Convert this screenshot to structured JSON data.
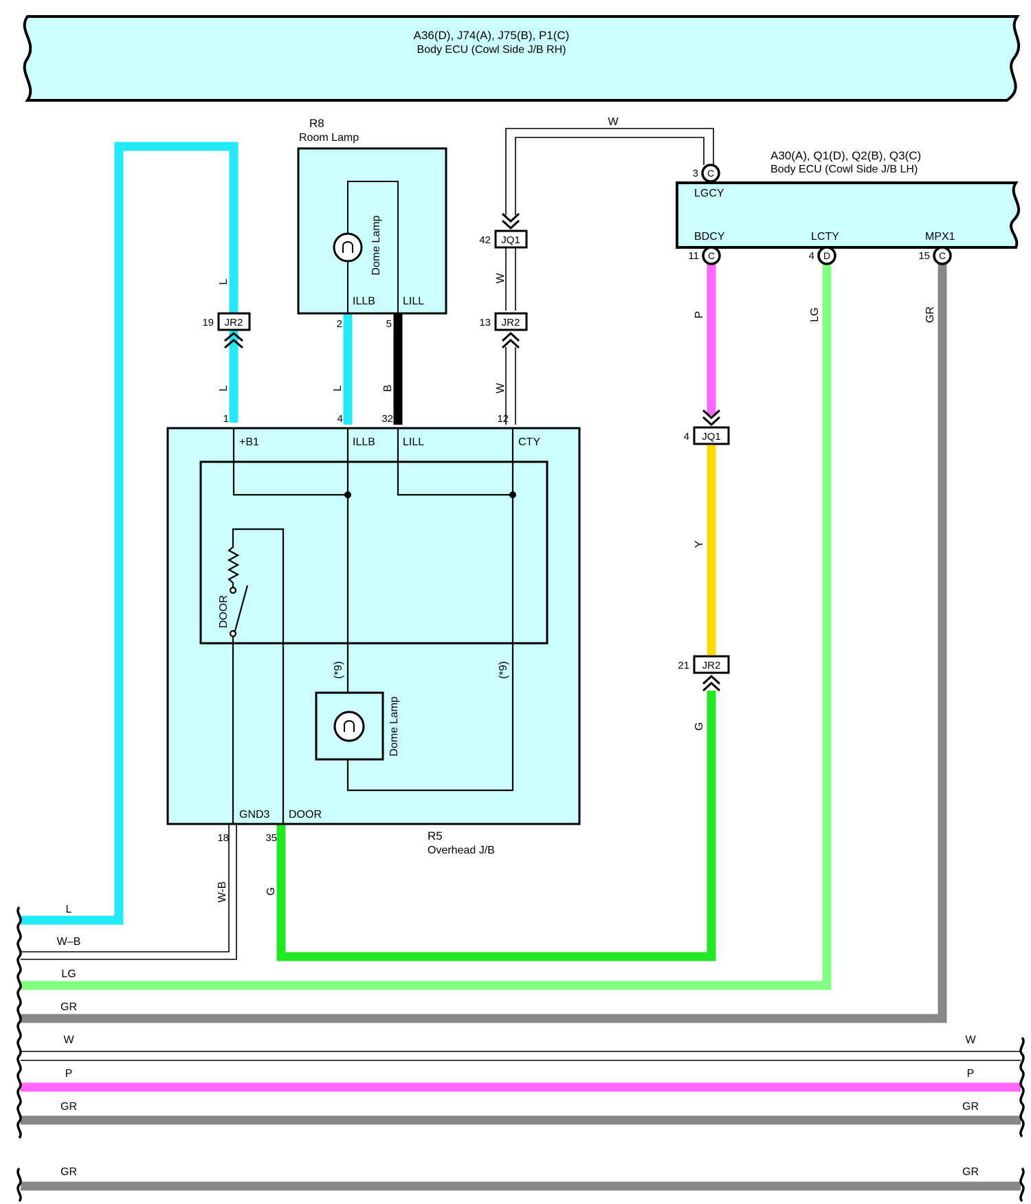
{
  "colors": {
    "panel_fill": "#ccffff",
    "L": "#22e8f8",
    "B": "#000000",
    "W": "#ffffff",
    "P": "#ff66ff",
    "Y": "#ffd800",
    "G": "#22e822",
    "LG": "#80ff80",
    "GR": "#888888",
    "W-B": "#ffffff"
  },
  "top_ecu": {
    "code": "A36(D), J74(A), J75(B), P1(C)",
    "name": "Body ECU (Cowl Side J/B RH)"
  },
  "room_lamp": {
    "code": "R8",
    "name": "Room Lamp",
    "lamp_label": "Dome Lamp",
    "term_illb": "ILLB",
    "term_lill": "LILL",
    "pin_illb": "2",
    "pin_lill": "5"
  },
  "right_ecu": {
    "code": "A30(A), Q1(D), Q2(B), Q3(C)",
    "name": "Body ECU (Cowl Side J/B LH)",
    "lgcy": {
      "term": "LGCY",
      "pin": "3",
      "conn": "C"
    },
    "bdcy": {
      "term": "BDCY",
      "pin": "11",
      "conn": "C"
    },
    "lcty": {
      "term": "LCTY",
      "pin": "4",
      "conn": "D"
    },
    "mpx1": {
      "term": "MPX1",
      "pin": "15",
      "conn": "C"
    }
  },
  "overhead_jb": {
    "code": "R5",
    "name": "Overhead J/B",
    "term_b1": "+B1",
    "term_illb": "ILLB",
    "term_lill": "LILL",
    "term_cty": "CTY",
    "term_gnd3": "GND3",
    "term_door": "DOOR",
    "pin_b1": "1",
    "pin_illb": "4",
    "pin_lill": "32",
    "pin_cty": "12",
    "pin_gnd3": "18",
    "pin_door": "35",
    "door_switch": "DOOR",
    "lamp_label": "Dome Lamp",
    "note": "(*9)"
  },
  "junctions": {
    "jr2_left": {
      "name": "JR2",
      "pin": "19"
    },
    "jq1_top": {
      "name": "JQ1",
      "pin": "42"
    },
    "jr2_mid": {
      "name": "JR2",
      "pin": "13"
    },
    "jq1_right": {
      "name": "JQ1",
      "pin": "4"
    },
    "jr2_right": {
      "name": "JR2",
      "pin": "21"
    }
  },
  "wire_labels": {
    "W": "W",
    "L": "L",
    "B": "B",
    "P": "P",
    "Y": "Y",
    "G": "G",
    "LG": "LG",
    "GR": "GR",
    "WB": "W–B",
    "WB_vert": "W-B"
  },
  "bus_left": [
    "L",
    "W–B",
    "LG",
    "GR",
    "W",
    "P",
    "GR",
    "GR"
  ],
  "bus_right": [
    "W",
    "P",
    "GR",
    "GR"
  ]
}
